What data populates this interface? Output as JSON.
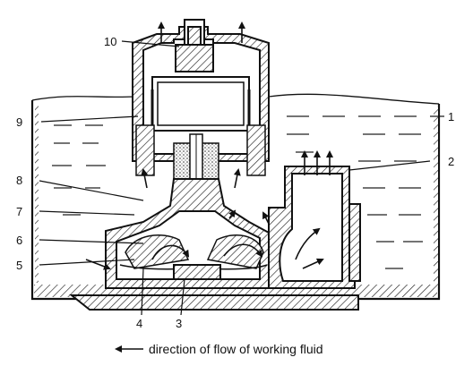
{
  "labels": [
    "1",
    "2",
    "3",
    "4",
    "5",
    "6",
    "7",
    "8",
    "9",
    "10"
  ],
  "caption": "direction of flow of working fluid",
  "colors": {
    "ink": "#111111",
    "hatch": "#222222",
    "background": "#ffffff"
  }
}
